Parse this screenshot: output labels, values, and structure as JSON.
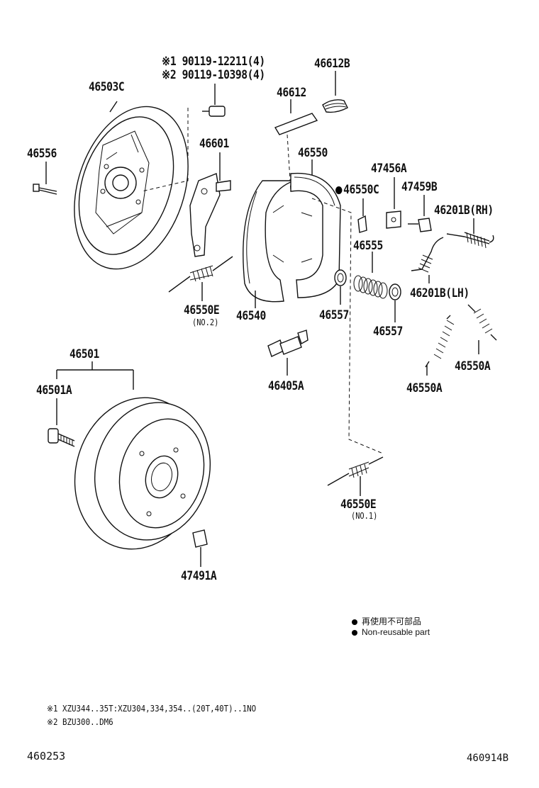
{
  "diagram": {
    "part_labels": {
      "p46503C": "46503C",
      "p46556": "46556",
      "bolt_line1": "※1 90119-12211(4)",
      "bolt_line2": "※2 90119-10398(4)",
      "p46612B": "46612B",
      "p46612": "46612",
      "p46601": "46601",
      "p46550": "46550",
      "p47456A": "47456A",
      "p46550C": "46550C",
      "p47459B": "47459B",
      "p46201B_RH": "46201B(RH)",
      "p46555": "46555",
      "p46201B_LH": "46201B(LH)",
      "p46550E_no2": "46550E",
      "no2": "(NO.2)",
      "p46540": "46540",
      "p46557a": "46557",
      "p46557b": "46557",
      "p46550A_a": "46550A",
      "p46550A_b": "46550A",
      "p46501": "46501",
      "p46501A": "46501A",
      "p46405A": "46405A",
      "p46550E_no1": "46550E",
      "no1": "(NO.1)",
      "p47491A": "47491A"
    },
    "legend": {
      "line1": "再使用不可部品",
      "line2": "Non-reusable part"
    },
    "footnotes": {
      "note1": "※1 XZU344..35T:XZU304,334,354..(20T,40T)..1NO",
      "note2": "※2 BZU300..DM6"
    },
    "diagram_id_left": "460253",
    "diagram_id_right": "460914B"
  }
}
